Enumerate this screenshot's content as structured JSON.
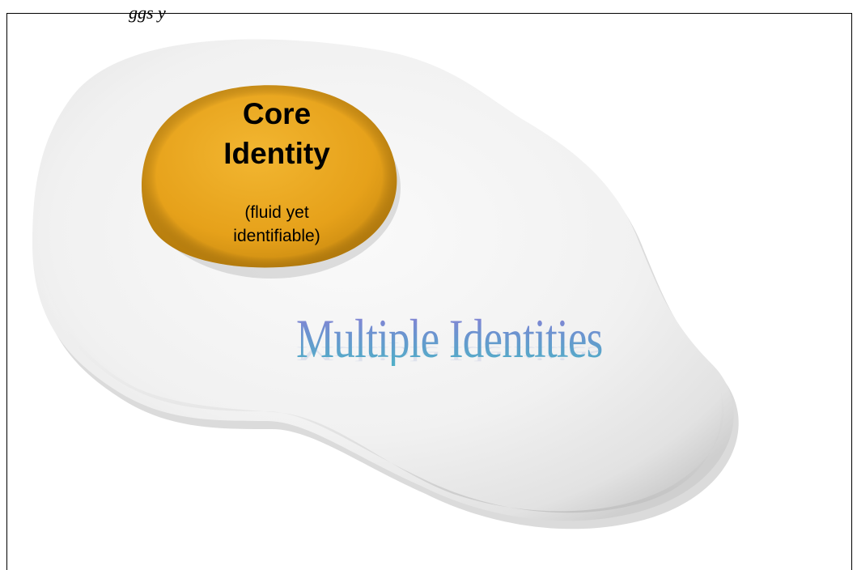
{
  "caption": "ggs            y",
  "yolk": {
    "title_line1": "Core",
    "title_line2": "Identity",
    "subtitle_line1": "(fluid yet",
    "subtitle_line2": "identifiable)"
  },
  "white_label": "Multiple Identities",
  "colors": {
    "yolk": "#e8a51c",
    "yolk_shadow": "#c98a10",
    "egg_white": "#f4f4f4",
    "egg_shadow": "#cfcfcf",
    "wordart_top": "#8a7fd6",
    "wordart_bottom": "#4fb0c7"
  }
}
